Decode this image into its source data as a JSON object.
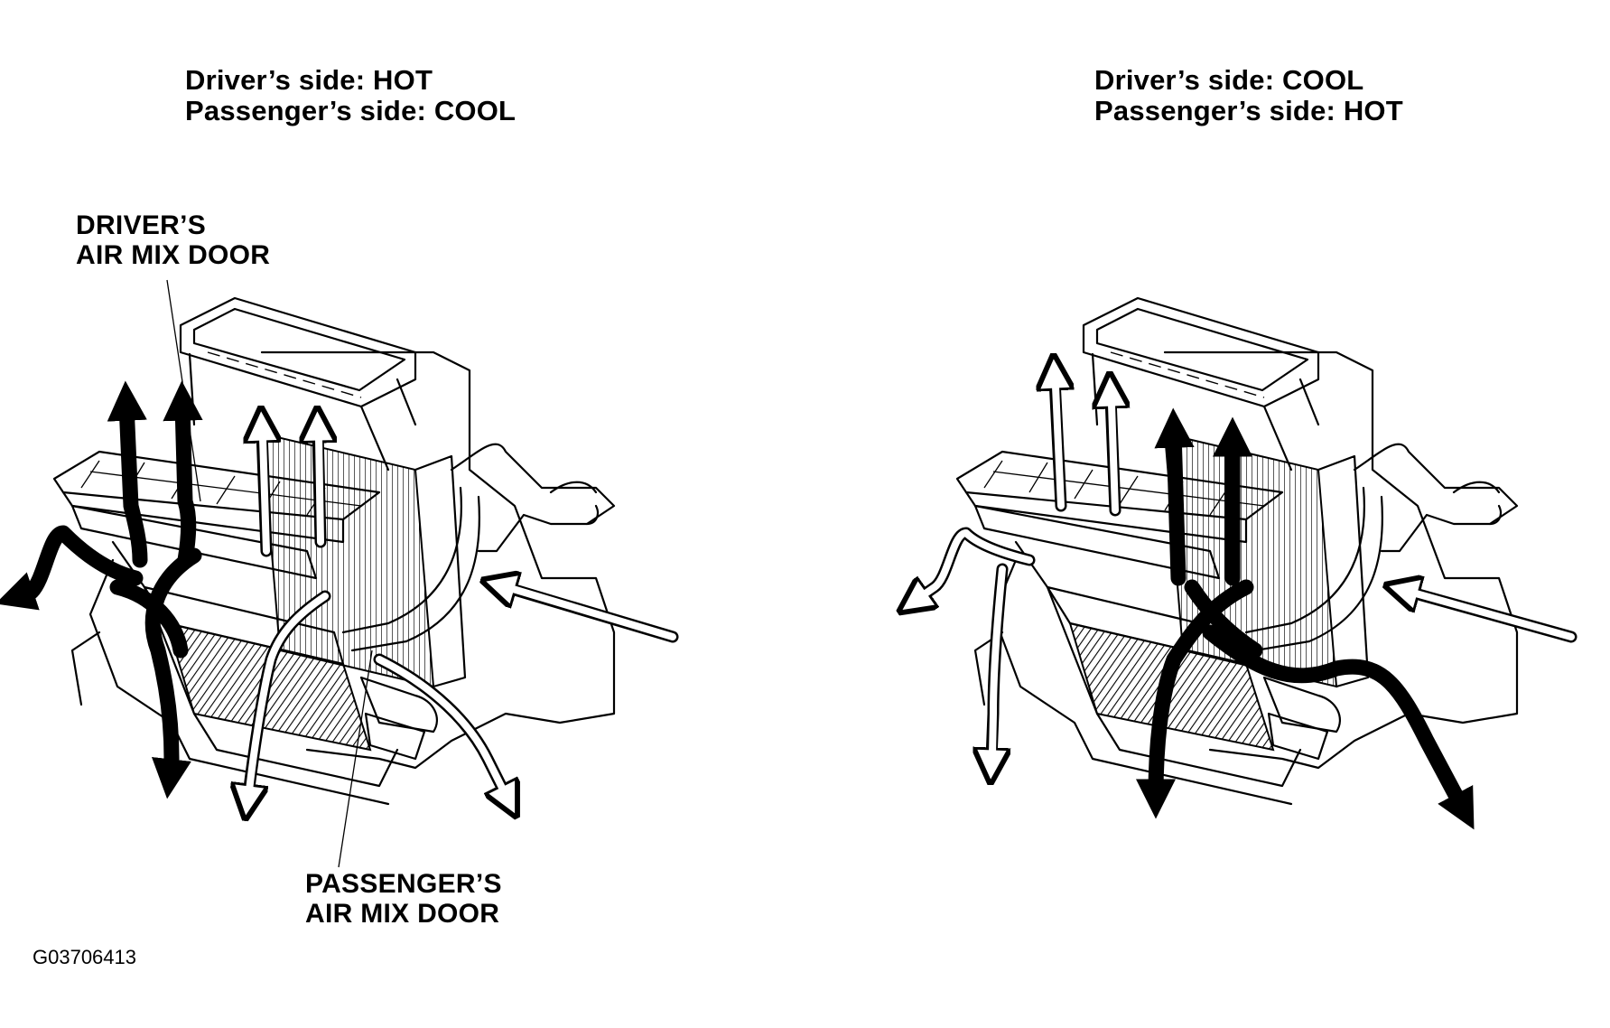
{
  "left_view": {
    "caption_line1": "Driver’s side: HOT",
    "caption_line2": "Passenger’s side: COOL"
  },
  "right_view": {
    "caption_line1": "Driver’s side: COOL",
    "caption_line2": "Passenger’s side: HOT"
  },
  "labels": {
    "driver_door_line1": "DRIVER’S",
    "driver_door_line2": "AIR MIX DOOR",
    "passenger_door_line1": "PASSENGER’S",
    "passenger_door_line2": "AIR MIX DOOR"
  },
  "figure_code": "G03706413",
  "colors": {
    "hot_airflow": "#000000",
    "cool_airflow": "#ffffff",
    "line": "#000000",
    "background": "#ffffff"
  }
}
